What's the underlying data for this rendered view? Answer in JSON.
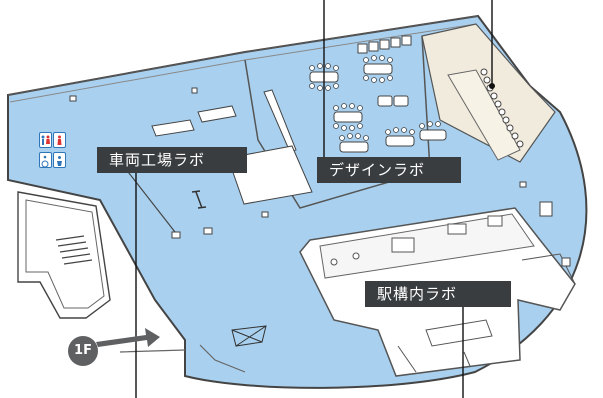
{
  "labels": {
    "vehicle_lab": "車両工場ラボ",
    "design_lab": "デザインラボ",
    "station_lab": "駅構内ラボ"
  },
  "floor": "1F",
  "icons": [
    "restroom-icon",
    "accessible-restroom-icon",
    "entrance-arrow-icon"
  ],
  "colors": {
    "floor_fill": "#a9d1ef",
    "wall": "#444444",
    "label_bg": "#3a3d40",
    "badge_bg": "#5e6062",
    "kitchen": "#f1ebdd"
  }
}
